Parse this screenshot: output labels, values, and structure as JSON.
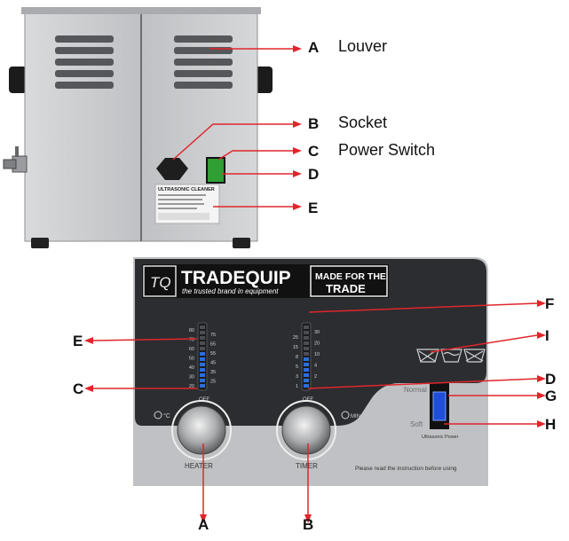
{
  "top_callouts": [
    {
      "letter": "A",
      "description": "Louver"
    },
    {
      "letter": "B",
      "description": "Socket"
    },
    {
      "letter": "C",
      "description": "Power Switch"
    },
    {
      "letter": "D",
      "description": ""
    },
    {
      "letter": "E",
      "description": ""
    }
  ],
  "sticker_lines": [
    "ULTRASONIC CLEANER"
  ],
  "panel": {
    "brand_mark": "TQ",
    "brand_name": "TRADEQUIP",
    "tagline": "the trusted brand in equipment",
    "badge_line1": "MADE FOR THE",
    "badge_line2": "TRADE",
    "heater_label": "HEATER",
    "timer_label": "TIMER",
    "off_left": "OFF",
    "off_right": "OFF",
    "heater_unit": "°C",
    "timer_unit": "MIN",
    "normal_label": "Normal",
    "soft_label": "Soft",
    "ultrasonic_power": "Ultrasonic Power",
    "instruction": "Please read the instruction before using",
    "heater_scale_left": [
      "80",
      "70",
      "60",
      "50",
      "40",
      "30",
      "20"
    ],
    "heater_scale_right": [
      "75",
      "65",
      "55",
      "45",
      "35",
      "25"
    ],
    "timer_scale_left": [
      "25",
      "15",
      "8",
      "5",
      "3",
      "1"
    ],
    "timer_scale_right": [
      "30",
      "20",
      "10",
      "4",
      "2"
    ]
  },
  "bottom_callouts": [
    "A",
    "B",
    "D",
    "E",
    "F",
    "G",
    "H",
    "I",
    "C"
  ],
  "colors": {
    "panel": "#2b2d31",
    "panel_light": "#bfc1c4",
    "steel": "#c9cacc",
    "switch_green": "#2f9e33",
    "switch_blue": "#1f4fd8",
    "led_blue": "#2b6fd6"
  }
}
